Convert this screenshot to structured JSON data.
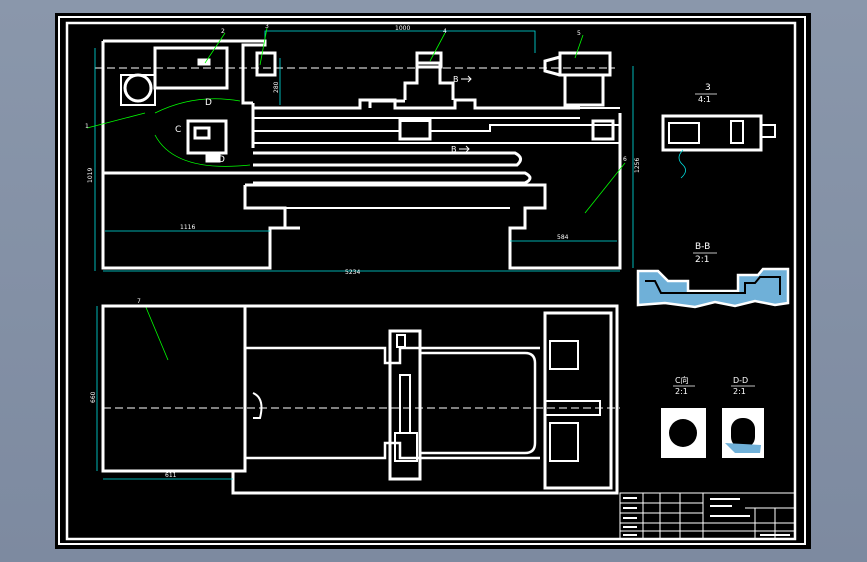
{
  "view_labels": {
    "d_upper": "D",
    "c_left": "C",
    "d_lower": "D",
    "b_top": "B",
    "b_bottom": "B",
    "sec3_num": "3",
    "sec3_scale": "4:1",
    "bb_title": "B-B",
    "bb_scale": "2:1",
    "c_title": "C向",
    "c_scale": "2:1",
    "dd_title": "D-D",
    "dd_scale": "2:1"
  },
  "dimensions": {
    "top_span": "1000",
    "left_height": "1019",
    "right_height": "1256",
    "base_left": "1116",
    "base_right": "584",
    "overall_length": "5234",
    "small_vertical": "280",
    "plan_height": "660",
    "plan_width": "611"
  },
  "leader_numbers": [
    "1",
    "2",
    "3",
    "4",
    "5",
    "6",
    "7"
  ],
  "colors": {
    "sheet": "#000000",
    "frame": "#ffffff",
    "dimension": "#00e5e5",
    "leader": "#00ff00",
    "hatch": "#6fb0d8"
  }
}
